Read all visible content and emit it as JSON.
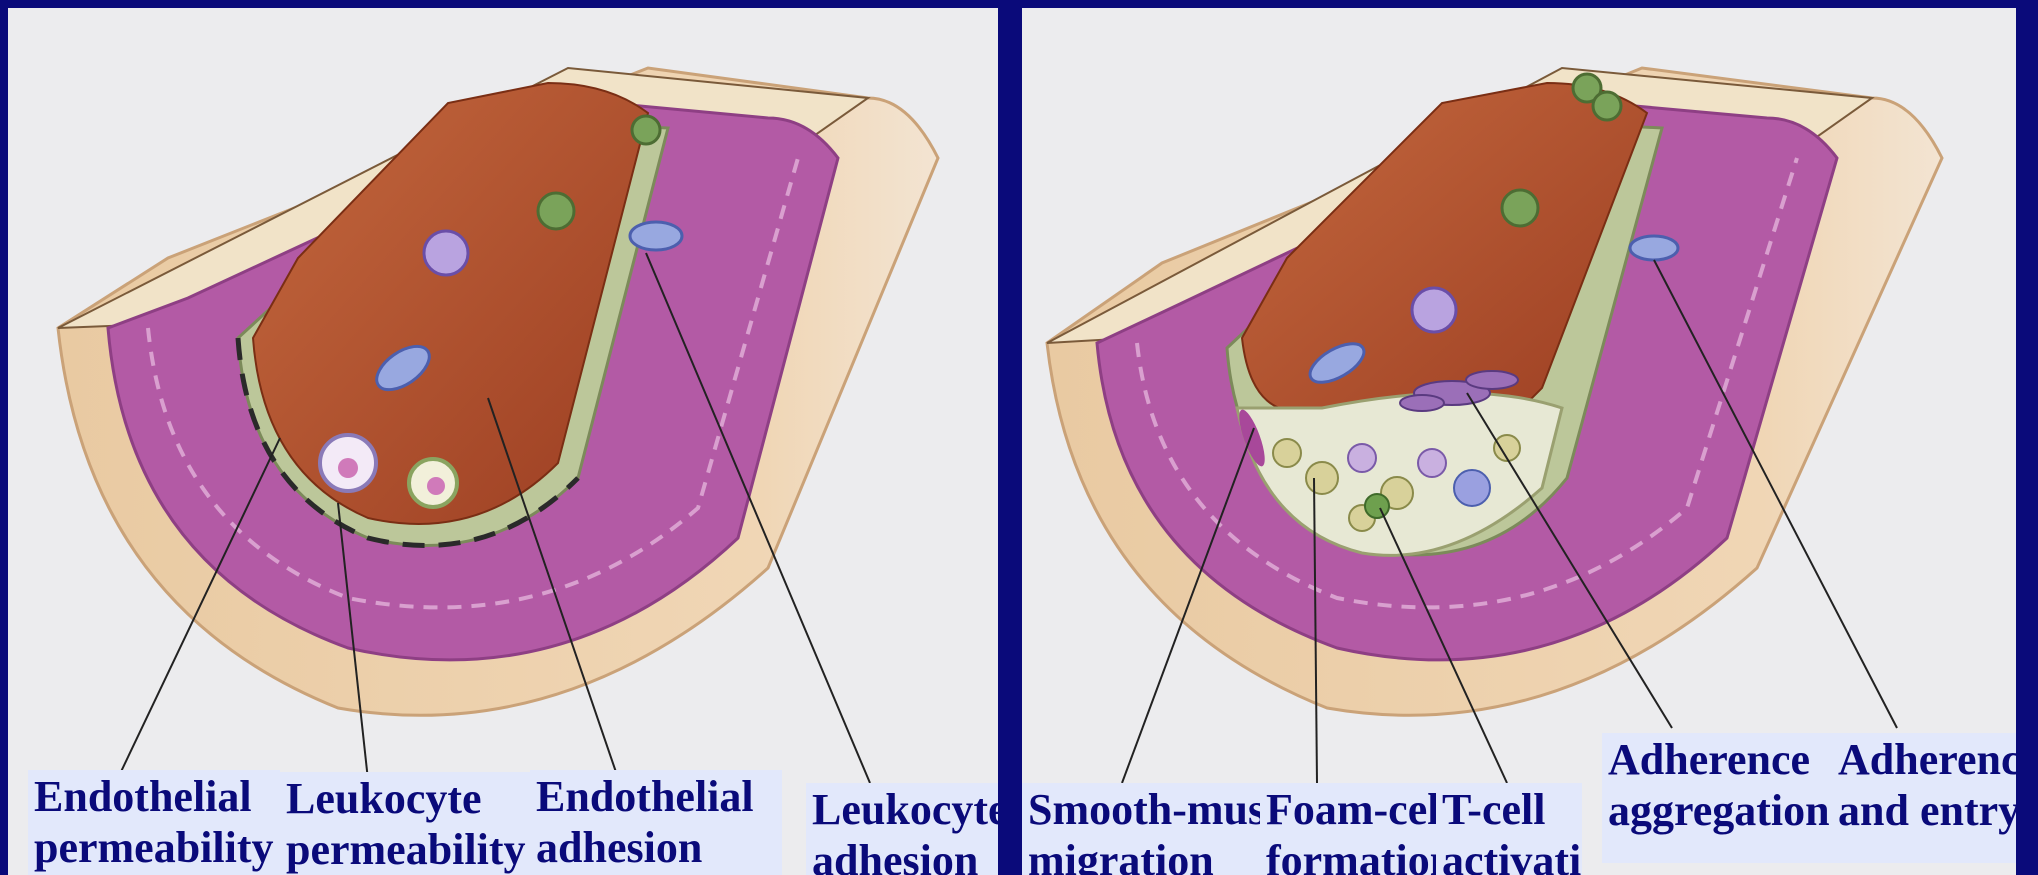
{
  "left_panel": {
    "labels": [
      {
        "id": "endothelial-permeability",
        "text": "Endothelial\npermeability"
      },
      {
        "id": "leukocyte-permeability",
        "text": "Leukocyte\npermeability"
      },
      {
        "id": "endothelial-adhesion",
        "text": "Endothelial\nadhesion"
      },
      {
        "id": "leukocyte-adhesion",
        "text": "Leukocyte\nadhesion"
      }
    ]
  },
  "right_panel": {
    "labels": [
      {
        "id": "smooth-muscle-migration",
        "text": "Smooth-muscle\nmigration"
      },
      {
        "id": "foam-cell-formation",
        "text": "Foam-cell\nformation"
      },
      {
        "id": "t-cell-activation",
        "text": "T-cell\nactivation"
      },
      {
        "id": "adherence-aggregation",
        "text": "Adherence\naggregation"
      },
      {
        "id": "adherence-entry",
        "text": "Adherence\nand entry"
      }
    ]
  },
  "colors": {
    "frame": "#0a0a7a",
    "label_bg": "#e2e8fb",
    "label_text": "#0a0a7a",
    "muscle": "#b45aa6",
    "lumen": "#b9582e",
    "adventitia": "#e8c9a0",
    "intima_band": "#bcc79a"
  }
}
